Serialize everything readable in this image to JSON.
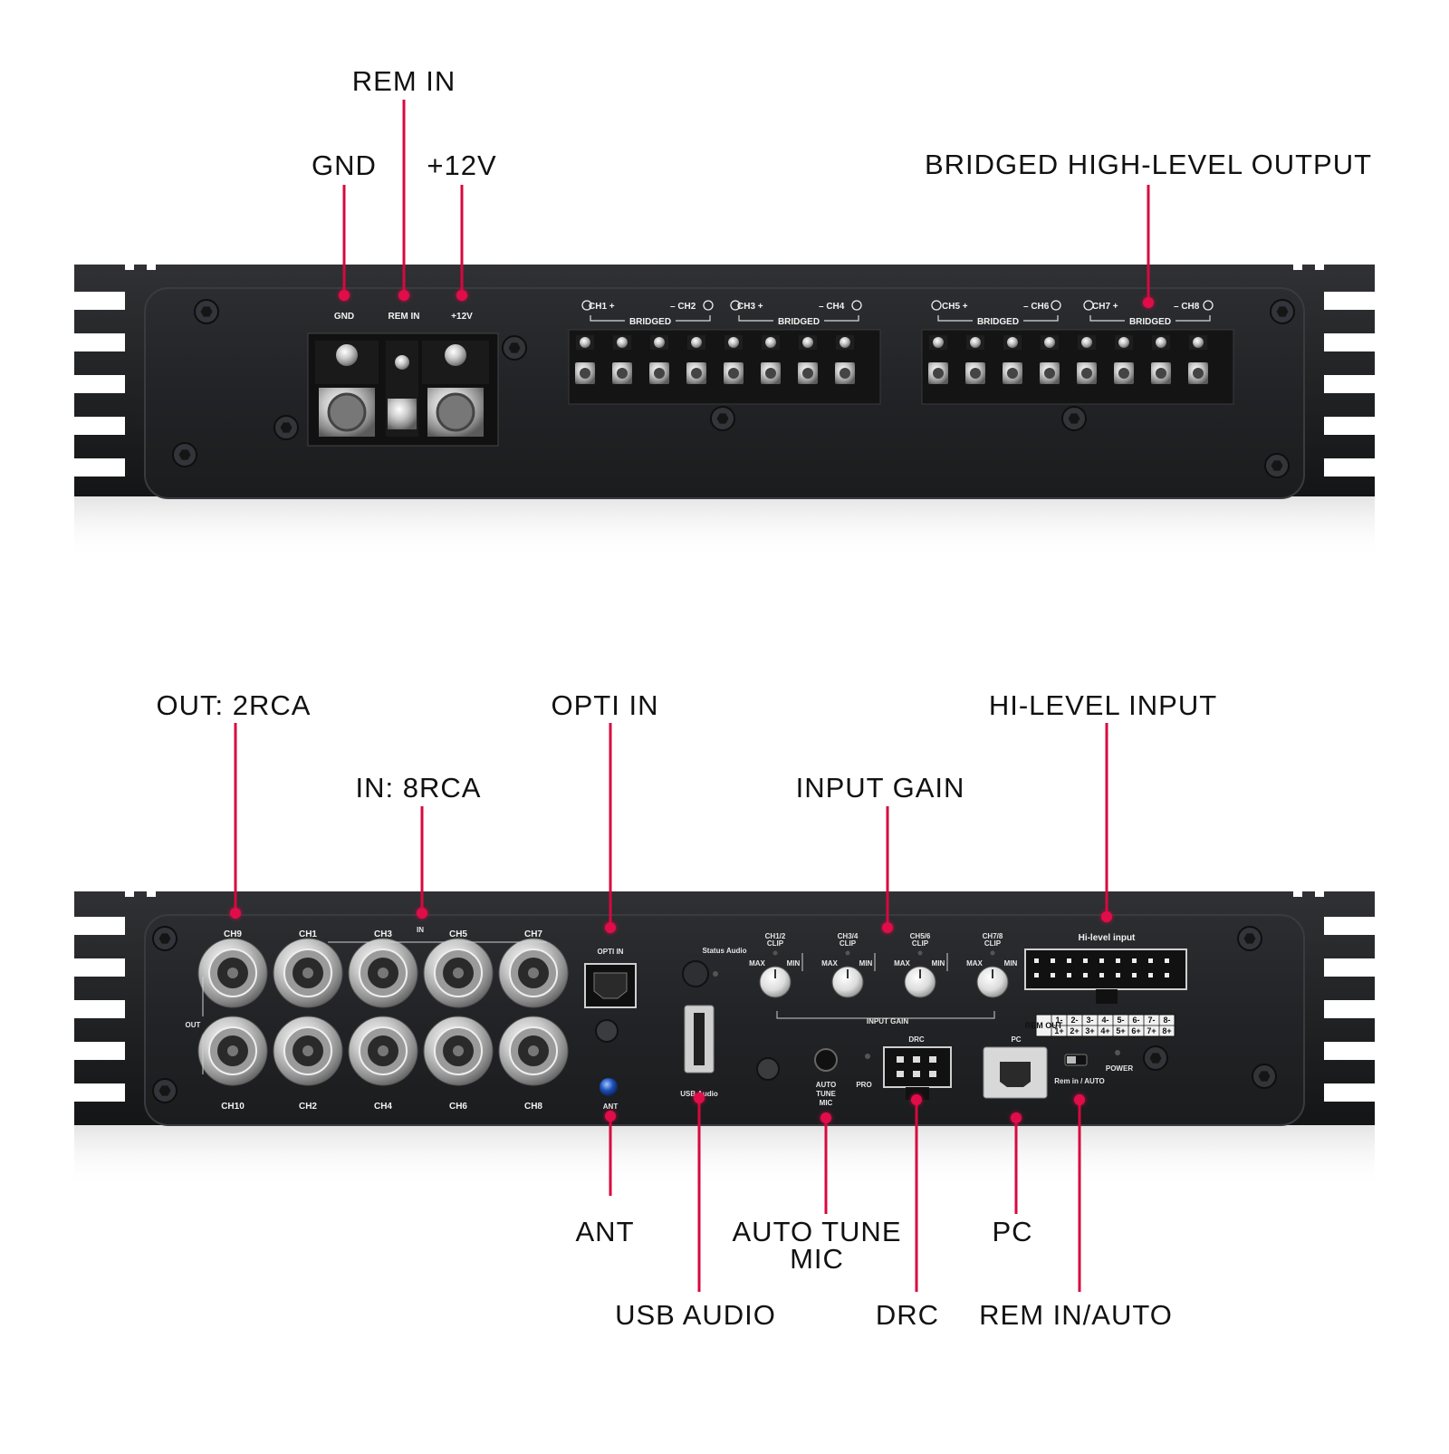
{
  "colors": {
    "accent": "#e01048",
    "chassis": "#1e1f21",
    "panel": "#26272a",
    "terminal_block": "#2a2b2d"
  },
  "top_panel": {
    "callouts": {
      "gnd": "GND",
      "rem_in": "REM IN",
      "plus12v": "+12V",
      "bridged_output": "BRIDGED HIGH-LEVEL OUTPUT"
    },
    "printed": {
      "gnd": "GND",
      "rem_in": "REM IN",
      "plus12v": "+12V",
      "bridged": "BRIDGED",
      "ch1": "CH1 +",
      "ch2": "– CH2",
      "ch3": "CH3 +",
      "ch4": "– CH4",
      "ch5": "CH5 +",
      "ch6": "– CH6",
      "ch7": "CH7 +",
      "ch8": "– CH8"
    }
  },
  "bottom_panel": {
    "callouts": {
      "out_2rca": "OUT: 2RCA",
      "in_8rca": "IN: 8RCA",
      "opti_in": "OPTI IN",
      "input_gain": "INPUT GAIN",
      "hi_level_input": "HI-LEVEL INPUT",
      "ant": "ANT",
      "usb_audio": "USB AUDIO",
      "auto_tune_line1": "AUTO TUNE",
      "auto_tune_line2": "MIC",
      "pc": "PC",
      "drc": "DRC",
      "rem_auto": "REM IN/AUTO"
    },
    "printed": {
      "rca_top": [
        "CH9",
        "CH1",
        "CH3",
        "CH5",
        "CH7"
      ],
      "rca_bottom": [
        "CH10",
        "CH2",
        "CH4",
        "CH6",
        "CH8"
      ],
      "in": "IN",
      "out": "OUT",
      "opti_in": "OPTI IN",
      "ant": "ANT",
      "status_audio": "Status Audio",
      "usb_audio": "USB Audio",
      "gain_channels": [
        "CH1/2",
        "CH3/4",
        "CH5/6",
        "CH7/8"
      ],
      "clip": "CLIP",
      "max": "MAX",
      "min": "MIN",
      "input_gain": "INPUT GAIN",
      "hi_level_input": "Hi-level input",
      "drc": "DRC",
      "pc": "PC",
      "auto_tune": [
        "AUTO",
        "TUNE",
        "MIC"
      ],
      "pro": "PRO",
      "power": "POWER",
      "rem_auto": "Rem in / AUTO",
      "pin_row_top": [
        "1-",
        "2-",
        "3-",
        "4-",
        "5-",
        "6-",
        "7-",
        "8-"
      ],
      "pin_row_bottom": [
        "1+",
        "2+",
        "3+",
        "4+",
        "5+",
        "6+",
        "7+",
        "8+"
      ],
      "rem_out": "REM OUT"
    }
  }
}
